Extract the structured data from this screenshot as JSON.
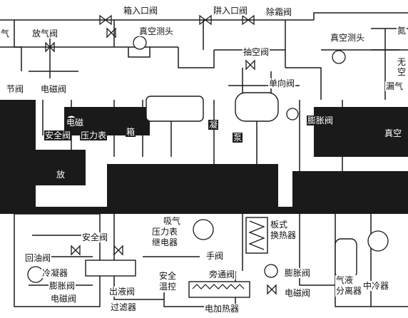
{
  "colors": {
    "background": "#ffffff",
    "line": "#1a1a1a",
    "band": "#1a1a1a"
  },
  "labels": {
    "top": {
      "box_inlet_valve": "箱入口阀",
      "cold_trap_inlet_valve": "阱入口阀",
      "defrost_valve": "除霜阀",
      "vent_valve": "放气阀",
      "vacuum_gauge_left": "真空测头",
      "vacuum_gauge_right": "真空测头",
      "pumping_valve": "抽空阀",
      "check_valve": "单向阀",
      "left_edge_gas": "气",
      "right_edge_nitrogen": "氮",
      "right_edge_oil_free": "无",
      "right_edge_oil_free_2": "空",
      "right_edge_leak": "漏气",
      "regulating_solenoid": "节阀",
      "solenoid_valve_top": "电磁阀"
    },
    "middle": {
      "solenoid_mid": "电磁",
      "safety_valve_mid": "安全阀",
      "pressure_gauge_mid": "压力表",
      "expansion_valve_mid": "膨胀阀",
      "box": "箱",
      "vacuum_mid": "真空",
      "condenser_mid": "凝",
      "pump_mid": "泵",
      "vent_mid": "放"
    },
    "lower": {
      "return_oil_valve": "回油阀",
      "condenser": "冷凝器",
      "expansion_valve_lower_left": "膨胀阀",
      "solenoid_valve_lower_left": "电磁阀",
      "safety_valve_lower": "安全阀",
      "liquid_outlet_valve": "出液阀",
      "filter": "过滤器",
      "pressure_relay": "压力表\n继电器",
      "suction": "吸气",
      "safety_temp_control": "安全\n温控",
      "hand_valve": "手阀",
      "bypass_valve": "旁通阀",
      "electric_heater": "电加热器",
      "plate_heat_exchanger": "板式\n换热器",
      "expansion_valve_lower_right": "膨胀阀",
      "solenoid_valve_lower_right": "电磁阀",
      "gas_liquid_separator": "气液\n分离器",
      "intercooler": "中冷器"
    }
  }
}
